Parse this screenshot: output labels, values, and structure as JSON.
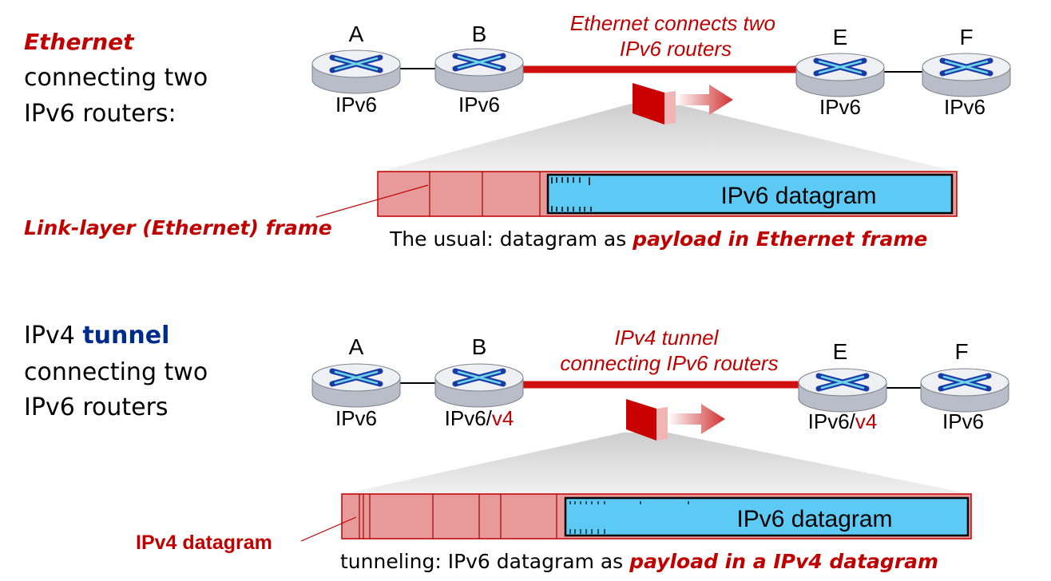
{
  "colors": {
    "red": "#c00000",
    "link_red": "#d01010",
    "navy": "#002b8c",
    "frame_fill": "#e89a9a",
    "datagram_fill": "#5ccaf4",
    "router_top": "#eef0f4",
    "router_side": "#b8bcc6",
    "router_x": "#1a3aa8",
    "router_x_light": "#6fd6e6"
  },
  "top": {
    "heading": {
      "strong": "Ethernet",
      "line2": "connecting two",
      "line3": "IPv6 routers:"
    },
    "link_label": {
      "line1": "Ethernet connects two",
      "line2": "IPv6 routers"
    },
    "routers": [
      {
        "name": "A",
        "proto": "IPv6",
        "proto_suffix": ""
      },
      {
        "name": "B",
        "proto": "IPv6",
        "proto_suffix": ""
      },
      {
        "name": "E",
        "proto": "IPv6",
        "proto_suffix": ""
      },
      {
        "name": "F",
        "proto": "IPv6",
        "proto_suffix": ""
      }
    ],
    "packet_label": "IPv6 datagram",
    "frame_callout": {
      "a": "Link-layer (",
      "b": "Ethernet",
      "c": ") frame"
    },
    "caption": {
      "plain": "The usual: datagram as ",
      "emph": "payload in Ethernet frame"
    }
  },
  "bottom": {
    "heading": {
      "plain": "IPv4 ",
      "strong": "tunnel",
      "line2": "connecting two",
      "line3": "IPv6 routers"
    },
    "link_label": {
      "line1": "IPv4 tunnel",
      "line2": "connecting IPv6 routers"
    },
    "routers": [
      {
        "name": "A",
        "proto": "IPv6",
        "proto_suffix": ""
      },
      {
        "name": "B",
        "proto": "IPv6/",
        "proto_suffix": "v4"
      },
      {
        "name": "E",
        "proto": "IPv6/",
        "proto_suffix": "v4"
      },
      {
        "name": "F",
        "proto": "IPv6",
        "proto_suffix": ""
      }
    ],
    "packet_label": "IPv6 datagram",
    "datagram_callout": "IPv4 datagram",
    "caption": {
      "plain": "tunneling: IPv6 datagram as ",
      "emph": "payload in a IPv4 datagram"
    }
  }
}
